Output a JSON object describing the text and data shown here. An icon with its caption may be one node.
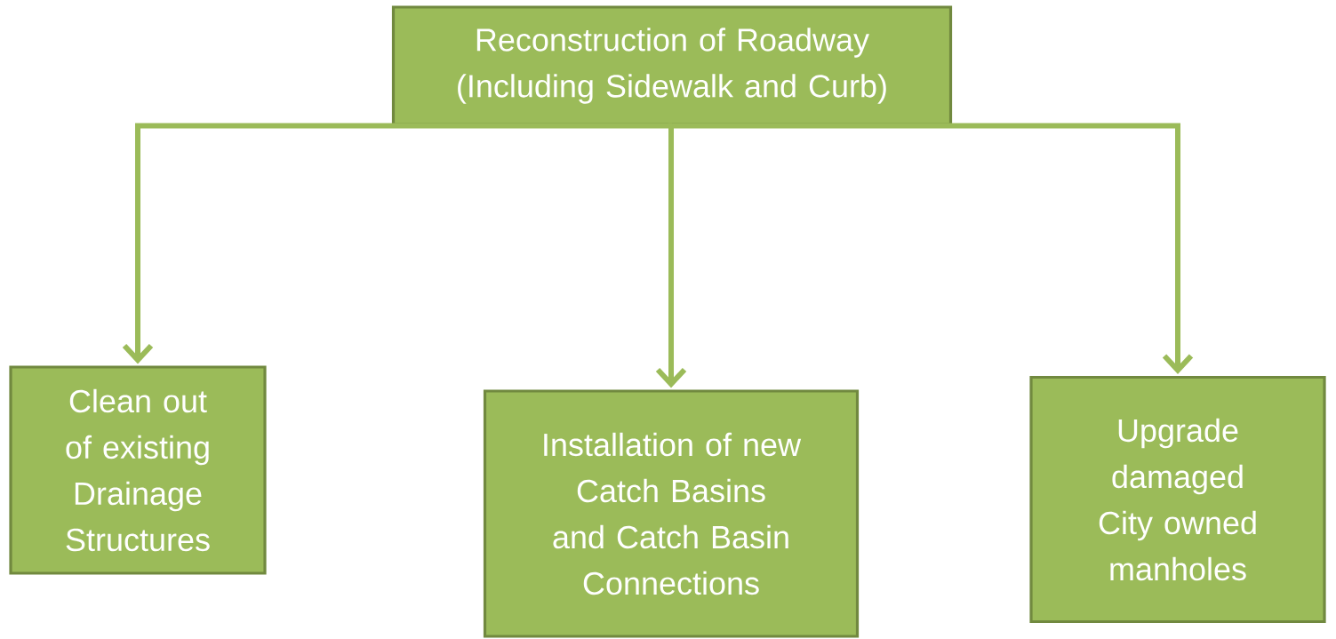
{
  "diagram": {
    "nodes": [
      {
        "text": [
          "Reconstruction of Roadway (Including Sidewalk and Curb)"
        ]
      },
      {
        "text": [
          "Clean out of existing Drainage Structures"
        ]
      },
      {
        "text": [
          "Installation of new Catch Basins and Catch Basin Connections"
        ]
      },
      {
        "text": [
          "Upgrade damaged City owned manholes"
        ]
      }
    ],
    "edges": [
      {
        "from": 0,
        "to": 1,
        "arrow": "to"
      },
      {
        "from": 0,
        "to": 2,
        "arrow": "to"
      },
      {
        "from": 0,
        "to": 3,
        "arrow": "to"
      }
    ]
  }
}
